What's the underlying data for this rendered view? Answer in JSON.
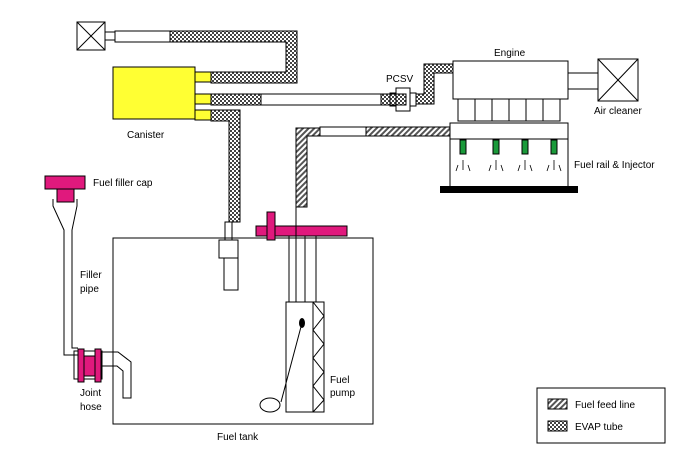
{
  "labels": {
    "engine": "Engine",
    "pcsv": "PCSV",
    "air_cleaner": "Air cleaner",
    "canister": "Canister",
    "fuel_rail": "Fuel rail & Injector",
    "fuel_filler_cap": "Fuel filler cap",
    "filler_pipe_line1": "Filler",
    "filler_pipe_line2": "pipe",
    "joint_hose_line1": "Joint",
    "joint_hose_line2": "hose",
    "fuel_pump_line1": "Fuel",
    "fuel_pump_line2": "pump",
    "fuel_tank": "Fuel tank"
  },
  "legend": {
    "fuel_feed_line": "Fuel feed line",
    "evap_tube": "EVAP tube"
  },
  "colors": {
    "canister": "#ffff33",
    "magenta": "#e0197d",
    "injector_green": "#1a9a3a",
    "line": "#000000"
  },
  "icons": {
    "air_cleaner": "cross-box-icon",
    "vent_filter": "cross-box-icon"
  }
}
